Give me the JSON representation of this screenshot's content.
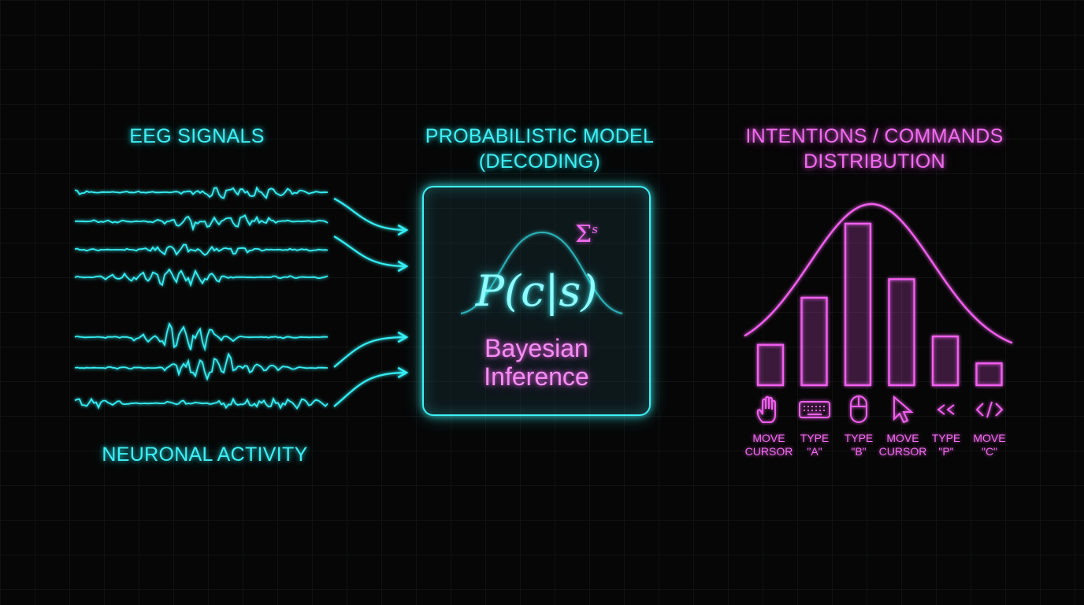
{
  "titles": {
    "eeg": "EEG SIGNALS",
    "neuronal": "NEURONAL ACTIVITY",
    "model_line1": "PROBABILISTIC MODEL",
    "model_line2": "(DECODING)",
    "dist_line1": "INTENTIONS / COMMANDS",
    "dist_line2": "DISTRIBUTION"
  },
  "model": {
    "formula": "P(c|s)",
    "sigma": "Σ",
    "sigma_sup": "s",
    "inference_line1": "Bayesian",
    "inference_line2": "Inference"
  },
  "colors": {
    "cyan": "#3ff0f4",
    "magenta": "#f26cf0",
    "background": "#060606"
  },
  "chart_data": {
    "type": "bar",
    "categories": [
      "MOVE CURSOR",
      "TYPE \"A\"",
      "TYPE \"B\"",
      "MOVE CURSOR",
      "TYPE \"P\"",
      "MOVE \"C\""
    ],
    "values": [
      0.24,
      0.52,
      0.96,
      0.63,
      0.29,
      0.13
    ],
    "overlay": "gaussian curve",
    "ylim": [
      0,
      1.1
    ]
  },
  "commands": [
    {
      "icon": "hand-icon",
      "line1": "MOVE",
      "line2": "CURSOR"
    },
    {
      "icon": "keyboard-icon",
      "line1": "TYPE",
      "line2": "\"A\""
    },
    {
      "icon": "mouse-icon",
      "line1": "TYPE",
      "line2": "\"B\""
    },
    {
      "icon": "cursor-arrow-icon",
      "line1": "MOVE",
      "line2": "CURSOR"
    },
    {
      "icon": "double-chevron-left-icon",
      "line1": "TYPE",
      "line2": "\"P\""
    },
    {
      "icon": "code-brackets-icon",
      "line1": "MOVE",
      "line2": "\"C\""
    }
  ]
}
